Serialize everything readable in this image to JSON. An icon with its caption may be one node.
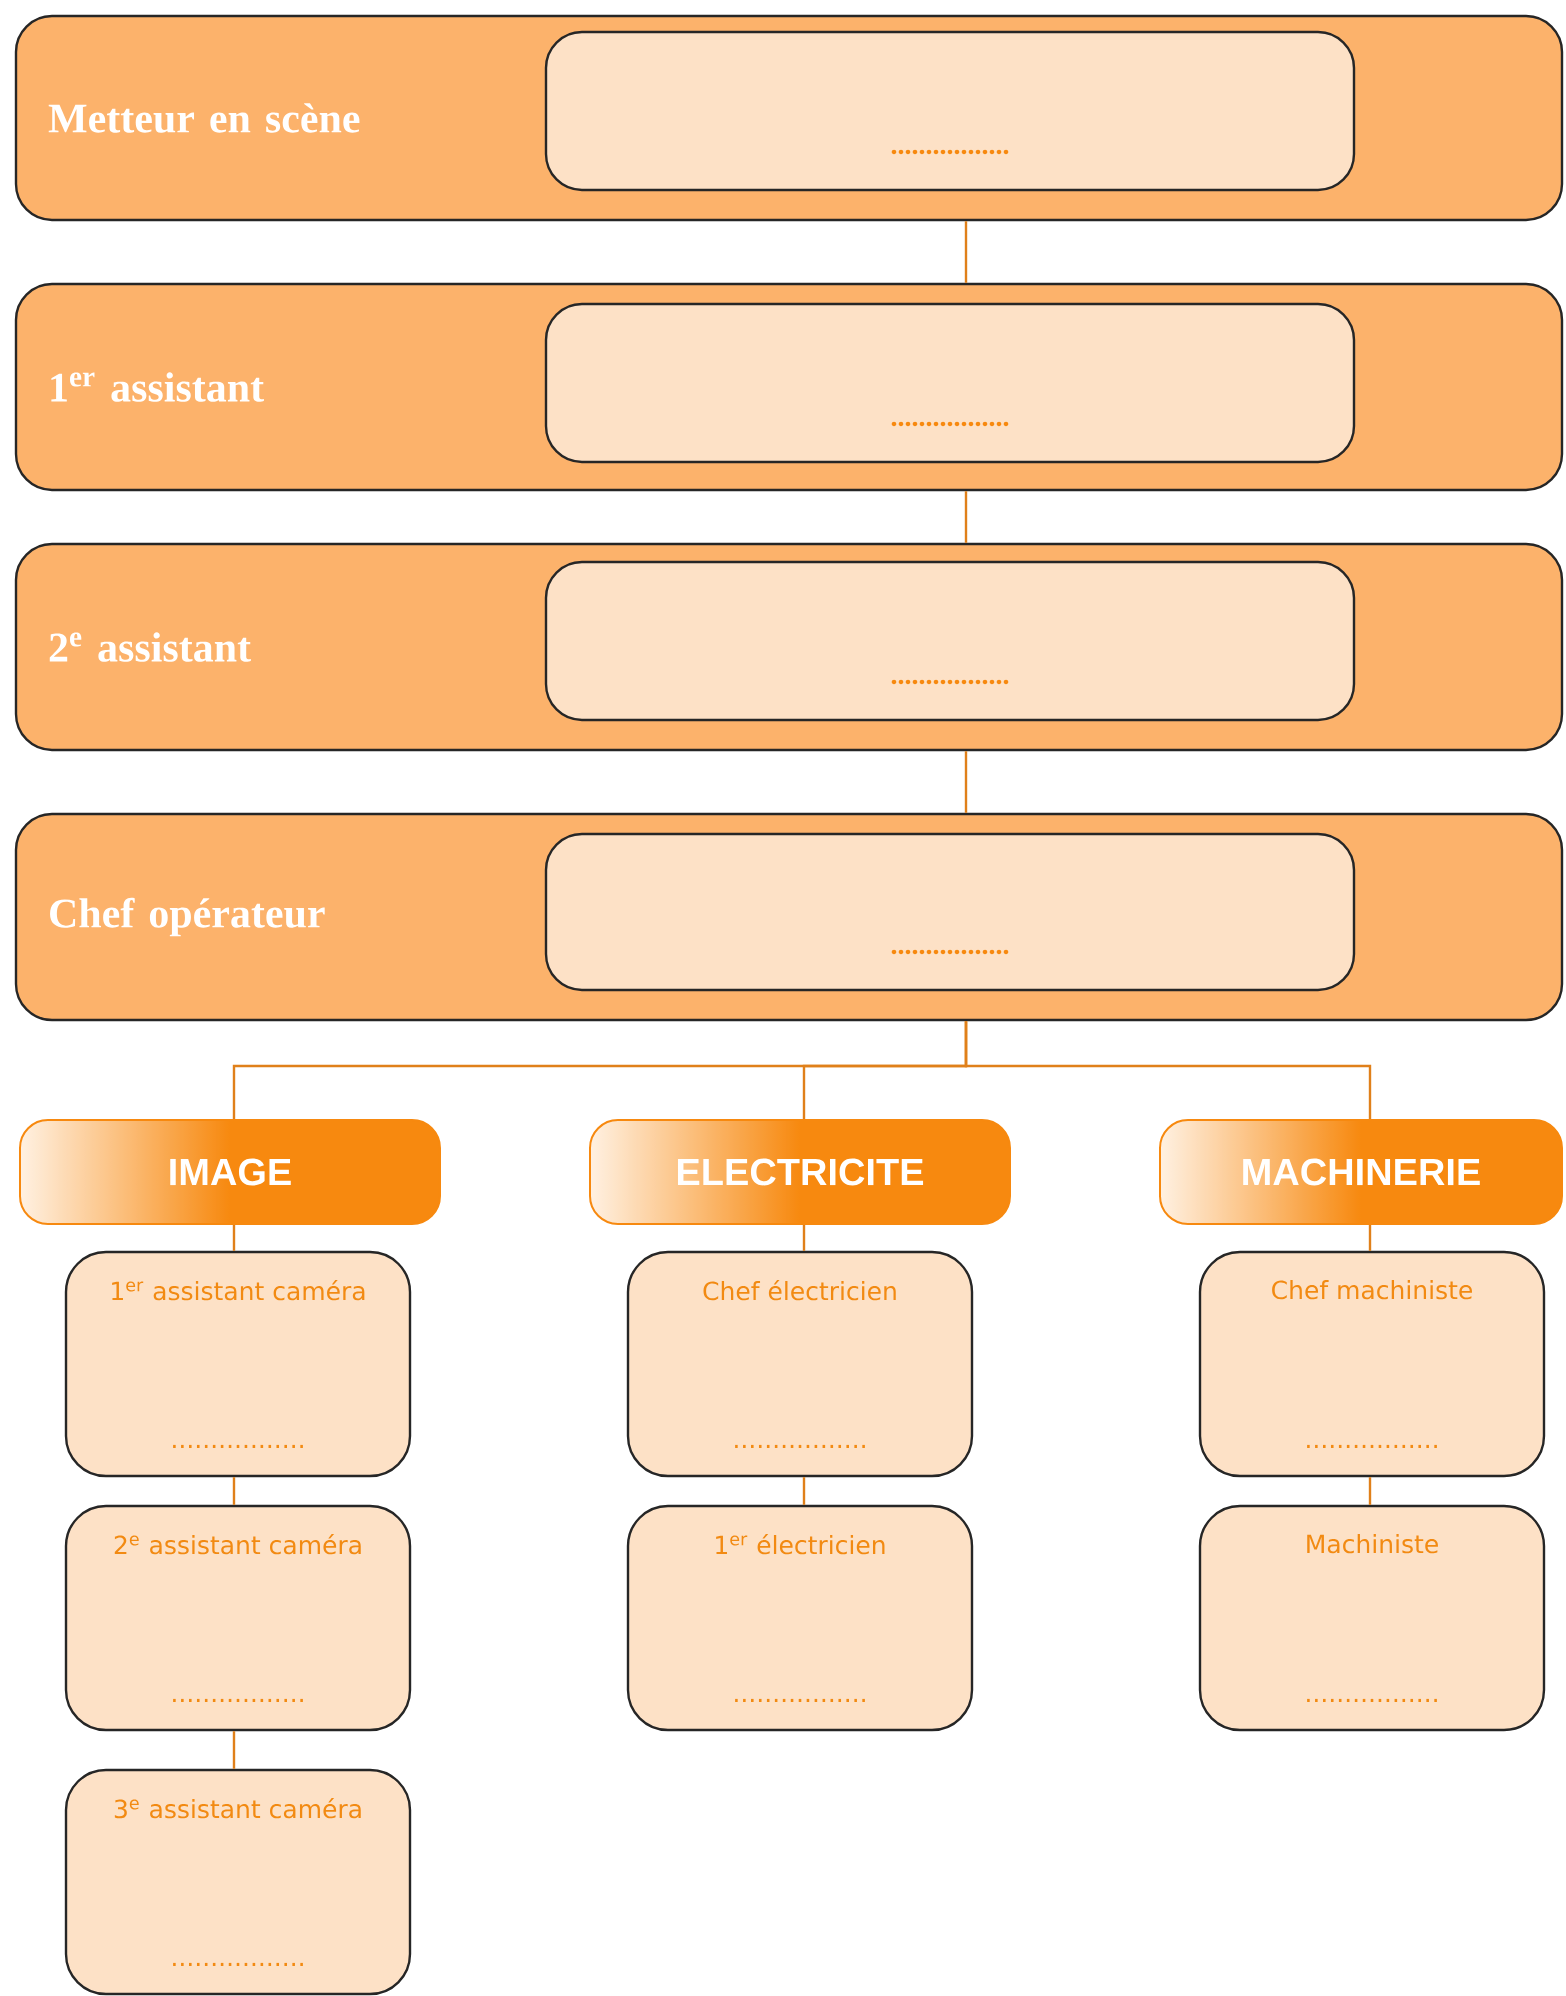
{
  "diagram": {
    "nodes": [
      {
        "text": [
          "Metteur en scène"
        ]
      },
      {
        "text": [
          "................."
        ],
        "in": 0
      },
      {
        "text": [
          "1$^{er}$ assistant"
        ]
      },
      {
        "text": [
          "................."
        ],
        "in": 2
      },
      {
        "text": [
          "2$^{e}$ assistant"
        ]
      },
      {
        "text": [
          "................."
        ],
        "in": 4
      },
      {
        "text": [
          "Chef opérateur"
        ]
      },
      {
        "text": [
          "................."
        ],
        "in": 6
      },
      {
        "text": [
          "IMAGE"
        ]
      },
      {
        "text": [
          "ELECTRICITE"
        ]
      },
      {
        "text": [
          "MACHINERIE"
        ]
      },
      {
        "text": [
          "1$^{er}$ assistant caméra",
          "................."
        ]
      },
      {
        "text": [
          "2$^{e}$ assistant caméra",
          "................."
        ]
      },
      {
        "text": [
          "3$^{e}$ assistant caméra",
          "................."
        ]
      },
      {
        "text": [
          "Chef électricien",
          "................."
        ]
      },
      {
        "text": [
          "1$^{er}$ électricien",
          "................."
        ]
      },
      {
        "text": [
          "Chef machiniste",
          "................."
        ]
      },
      {
        "text": [
          "Machiniste",
          "................."
        ]
      }
    ],
    "edges": [
      {
        "from": 0,
        "to": 2,
        "arrow": "none"
      },
      {
        "from": 2,
        "to": 4,
        "arrow": "none"
      },
      {
        "from": 4,
        "to": 6,
        "arrow": "none"
      },
      {
        "from": 6,
        "to": 8,
        "arrow": "none"
      },
      {
        "from": 6,
        "to": 9,
        "arrow": "none"
      },
      {
        "from": 6,
        "to": 10,
        "arrow": "none"
      },
      {
        "from": 8,
        "to": 11,
        "arrow": "none"
      },
      {
        "from": 11,
        "to": 12,
        "arrow": "none"
      },
      {
        "from": 12,
        "to": 13,
        "arrow": "none"
      },
      {
        "from": 9,
        "to": 14,
        "arrow": "none"
      },
      {
        "from": 14,
        "to": 15,
        "arrow": "none"
      },
      {
        "from": 10,
        "to": 16,
        "arrow": "none"
      },
      {
        "from": 16,
        "to": 17,
        "arrow": "none"
      }
    ]
  }
}
